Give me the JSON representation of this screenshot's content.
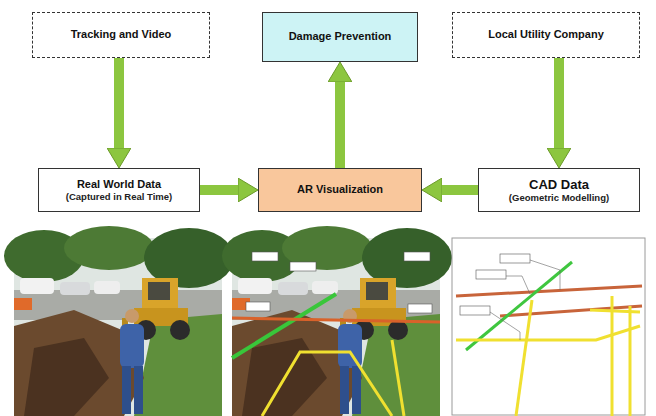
{
  "diagram": {
    "nodes": [
      {
        "text": [
          "Tracking and Video"
        ]
      },
      {
        "text": [
          "Damage Prevention"
        ]
      },
      {
        "text": [
          "Local Utility Company"
        ]
      },
      {
        "text": [
          "Real World Data",
          "(Captured in Real Time)"
        ]
      },
      {
        "text": [
          "AR Visualization"
        ]
      },
      {
        "text": [
          "CAD Data",
          "(Geometric Modelling)"
        ]
      }
    ],
    "edges": [
      {
        "from": 0,
        "to": 3,
        "arrow": "to"
      },
      {
        "from": 2,
        "to": 5,
        "arrow": "to"
      },
      {
        "from": 3,
        "to": 4,
        "arrow": "to"
      },
      {
        "from": 5,
        "to": 4,
        "arrow": "to"
      },
      {
        "from": 4,
        "to": 1,
        "arrow": "to"
      }
    ]
  }
}
